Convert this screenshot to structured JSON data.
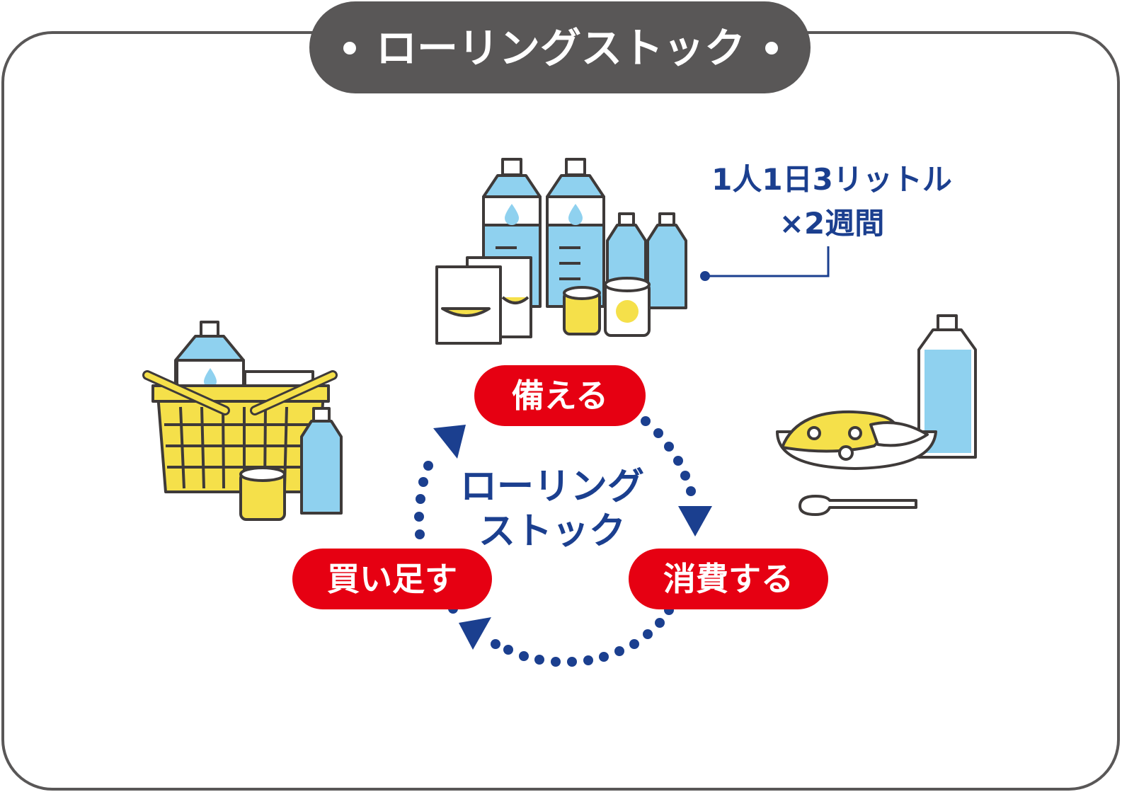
{
  "title": "ローリングストック",
  "center_label": {
    "line1": "ローリング",
    "line2": "ストック"
  },
  "steps": {
    "prepare": "備える",
    "consume": "消費する",
    "restock": "買い足す"
  },
  "note": {
    "line1": "1人1日3リットル",
    "line2": "×2週間"
  },
  "colors": {
    "title_bg": "#595757",
    "step_red": "#e60012",
    "navy": "#1b3f8f",
    "water_blue": "#8fd1ef",
    "food_yellow": "#f5e04a",
    "outline": "#3e3a39"
  },
  "icons": [
    "stockpile-icon",
    "shopping-basket-icon",
    "curry-plate-icon",
    "water-bottle-icon"
  ]
}
